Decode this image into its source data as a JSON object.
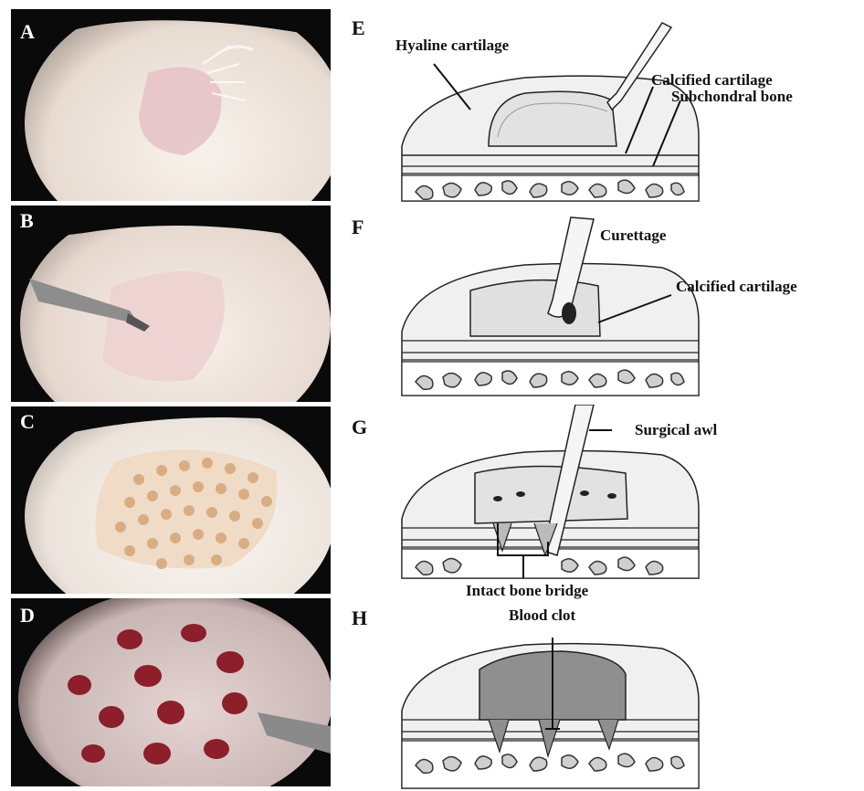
{
  "photo_panels": [
    {
      "letter": "A"
    },
    {
      "letter": "B"
    },
    {
      "letter": "C"
    },
    {
      "letter": "D"
    }
  ],
  "diagram_panels": [
    {
      "letter": "E",
      "labels": [
        "Hyaline cartilage",
        "Calcified cartilage",
        "Subchondral bone"
      ]
    },
    {
      "letter": "F",
      "labels": [
        "Curettage",
        "Calcified cartilage"
      ]
    },
    {
      "letter": "G",
      "labels": [
        "Surgical awl",
        "Intact bone bridge"
      ]
    },
    {
      "letter": "H",
      "labels": [
        "Blood clot"
      ]
    }
  ],
  "colors": {
    "tissue": "#f2ece6",
    "lesion": "#e9c6c6",
    "microfracture_holes": "#d9ad84",
    "blood": "#8c1f2a",
    "frame": "#0a0a0a"
  }
}
